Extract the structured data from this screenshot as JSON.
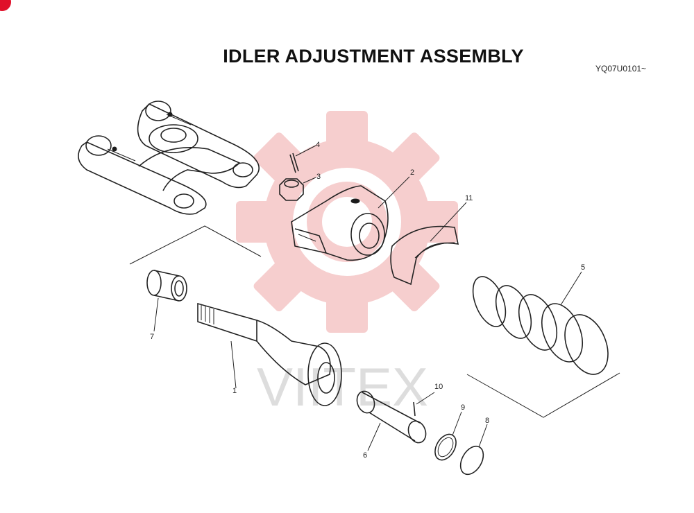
{
  "title": "IDLER ADJUSTMENT ASSEMBLY",
  "code": "YQ07U0101~",
  "watermark": {
    "text": "VIITEX",
    "color": "#f5c6c6"
  },
  "accent_color": "#e0102a",
  "parts": [
    {
      "number": "1",
      "name": "shaft"
    },
    {
      "number": "2",
      "name": "yoke"
    },
    {
      "number": "3",
      "name": "nut"
    },
    {
      "number": "4",
      "name": "cotter-pin"
    },
    {
      "number": "5",
      "name": "spring"
    },
    {
      "number": "6",
      "name": "pin"
    },
    {
      "number": "7",
      "name": "bushing"
    },
    {
      "number": "8",
      "name": "ring"
    },
    {
      "number": "9",
      "name": "ring"
    },
    {
      "number": "10",
      "name": "pin"
    },
    {
      "number": "11",
      "name": "cover"
    }
  ]
}
